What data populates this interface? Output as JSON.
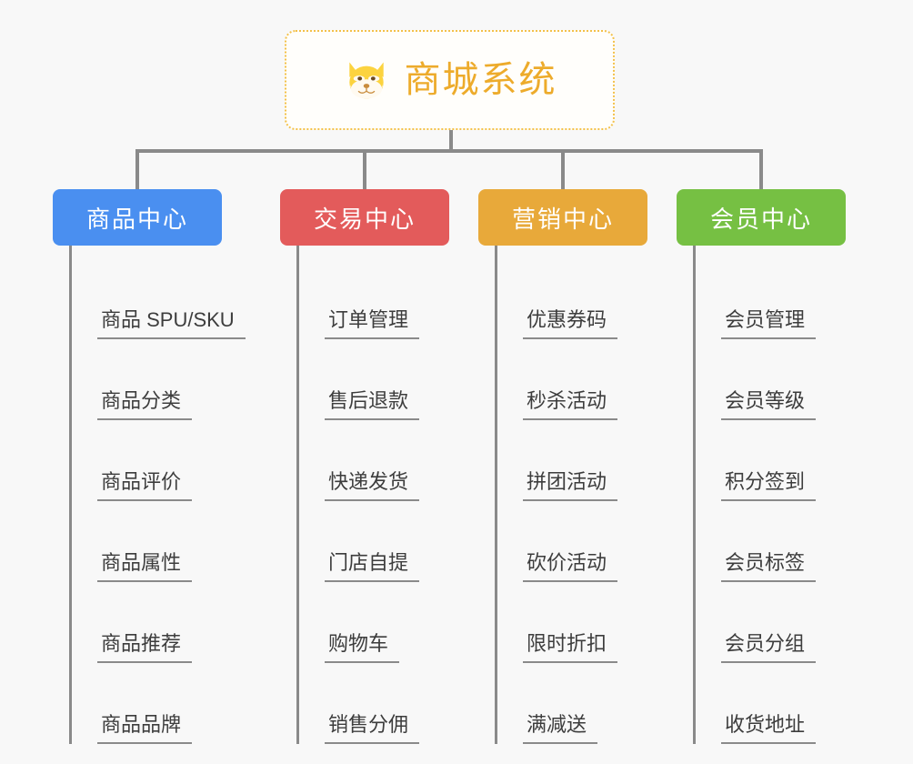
{
  "canvas": {
    "background": "#f8f8f8",
    "connector_color": "#8a8a8a"
  },
  "root": {
    "title": "商城系统",
    "icon": "shiba-dog-icon",
    "text_color": "#edab2b",
    "border_color": "#f3c14a",
    "fill": "#fffefb"
  },
  "categories": [
    {
      "label": "商品中心",
      "color": "#4a8ff0",
      "items": [
        "商品 SPU/SKU",
        "商品分类",
        "商品评价",
        "商品属性",
        "商品推荐",
        "商品品牌"
      ]
    },
    {
      "label": "交易中心",
      "color": "#e35b5b",
      "items": [
        "订单管理",
        "售后退款",
        "快递发货",
        "门店自提",
        "购物车",
        "销售分佣"
      ]
    },
    {
      "label": "营销中心",
      "color": "#e8a93a",
      "items": [
        "优惠券码",
        "秒杀活动",
        "拼团活动",
        "砍价活动",
        "限时折扣",
        "满减送"
      ]
    },
    {
      "label": "会员中心",
      "color": "#76c043",
      "items": [
        "会员管理",
        "会员等级",
        "积分签到",
        "会员标签",
        "会员分组",
        "收货地址"
      ]
    }
  ]
}
